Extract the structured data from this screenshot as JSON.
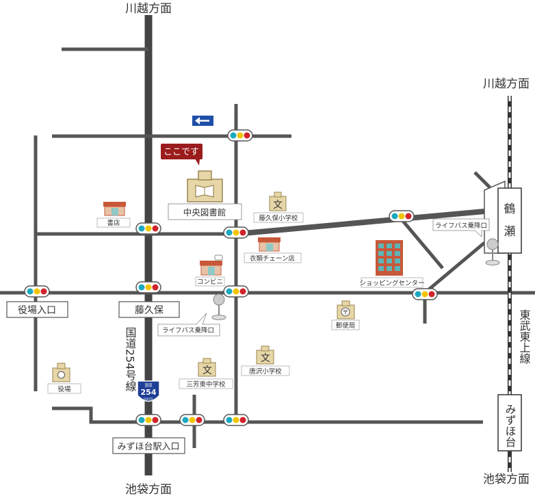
{
  "directions": {
    "top_main": "川越方面",
    "bottom_main": "池袋方面",
    "top_rail": "川越方面",
    "bottom_rail": "池袋方面"
  },
  "here_marker": "ここです",
  "landmarks": {
    "library": "中央図書館",
    "bookstore": "書店",
    "fujikubo_elementary": "藤久保小学校",
    "clothing_store": "衣類チェーン店",
    "convenience_store": "コンビニ",
    "shopping_center": "ショッピングセンター",
    "bus_stop_upper": "ライフバス乗降口",
    "bus_stop_lower": "ライフバス乗降口",
    "post_office": "郵便局",
    "karasawa_elementary": "唐沢小学校",
    "miyoshi_higashi_jhs": "三芳東中学校",
    "town_office": "役場"
  },
  "school_symbol": "文",
  "post_symbol": "〒",
  "intersections": {
    "yakuba_iriguchi": "役場入口",
    "fujikubo": "藤久保",
    "mizuhodai_station_iriguchi": "みずほ台駅入口"
  },
  "route": {
    "name": "国道254号線",
    "shield_top": "国道",
    "shield_number": "254",
    "shield_bottom": "ROUTE"
  },
  "stations": {
    "tsuruse": "鶴瀬",
    "mizuhodai": "みずほ台"
  },
  "railway": "東武東上線",
  "colors": {
    "road": "#555555",
    "highway": "#3f3f3f",
    "here_marker": "#9b1c1c",
    "signal_red": "#d2232a",
    "signal_yellow": "#f2c500",
    "signal_teal": "#1ba9c0",
    "one_way_sign": "#1f4fa8",
    "route_shield": "#1f3e96",
    "store_roof": "#c8583a",
    "store_window": "#8ec9c6",
    "building": "#c8583a",
    "building_window": "#5bb6b7",
    "landmark_tan": "#e6d6a8"
  }
}
